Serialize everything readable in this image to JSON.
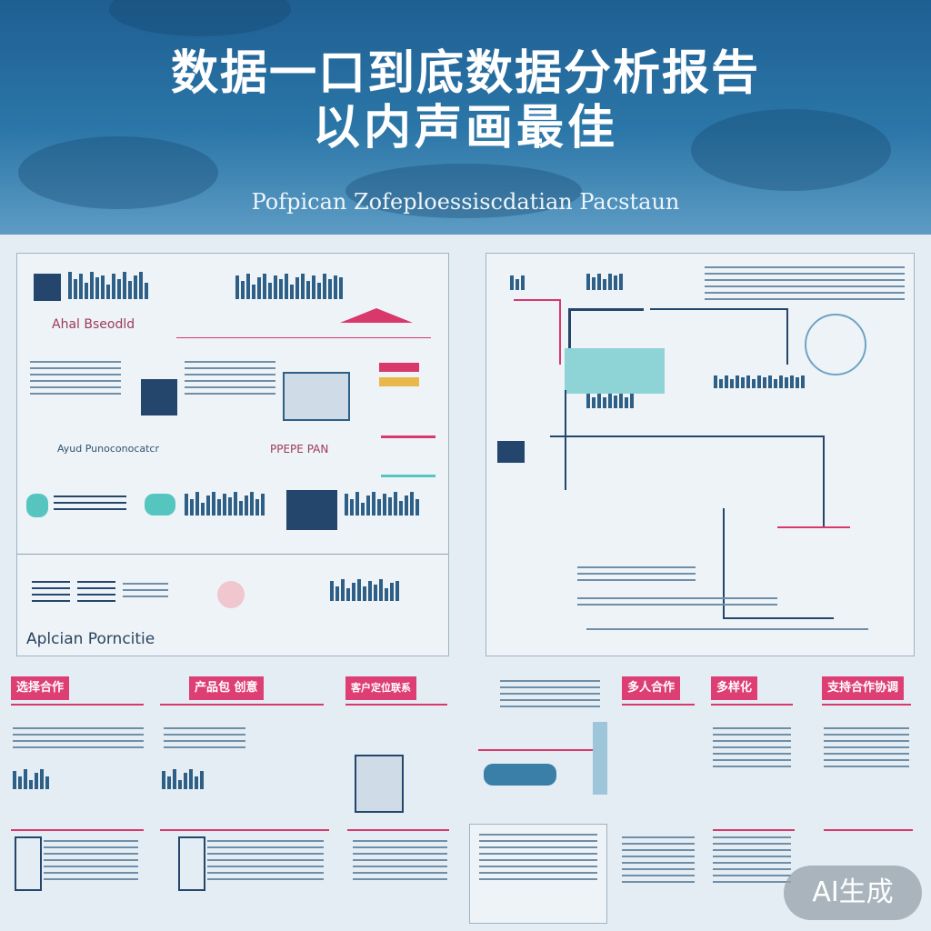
{
  "banner": {
    "title_line1": "数据一口到底数据分析报告",
    "title_line2": "以内声画最佳",
    "subtitle": "Pofpican Zofeploessiscdatian Pacstaun",
    "colors": {
      "top": "#1f5f92",
      "bottom": "#5d9cc4"
    }
  },
  "panels": {
    "top_left": {
      "heading": "Ahal Bseodld",
      "caption": "Ayud Punoconocatcr",
      "tag": "PPEPE PAN",
      "footer_label": "Aplcian Porncitie"
    }
  },
  "cards": [
    {
      "tag": "选择合作"
    },
    {
      "tag": "产品包 创意"
    },
    {
      "tag": "客户定位联系"
    },
    {
      "tag": "多人合作"
    },
    {
      "tag": "多样化"
    },
    {
      "tag": "支持合作协调"
    }
  ],
  "badge": {
    "label": "AI生成"
  },
  "colors": {
    "accent": "#d9386b",
    "navy": "#24466c",
    "teal": "#56c5c0"
  }
}
